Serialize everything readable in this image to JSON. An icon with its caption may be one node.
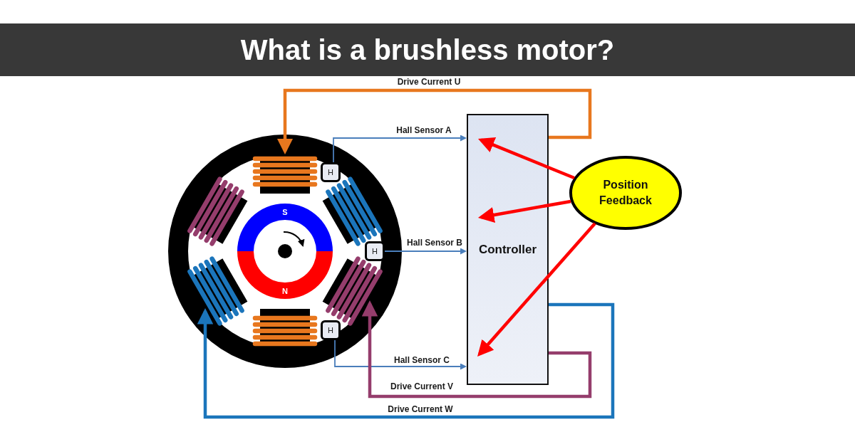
{
  "diagram": {
    "title": "What is a brushless motor?",
    "nodes": [
      {
        "text": [],
        "shape": "coil"
      },
      {
        "text": [
          "H"
        ]
      },
      {
        "text": [
          "Controller"
        ]
      },
      {
        "text": [
          "Position Feedback"
        ]
      },
      {
        "text": [],
        "shape": "coil"
      },
      {
        "text": [],
        "shape": "coil"
      },
      {
        "text": [
          "S",
          "N"
        ]
      },
      {
        "text": [
          "H"
        ]
      },
      {
        "text": [],
        "shape": "coil"
      },
      {
        "text": [],
        "shape": "coil"
      },
      {
        "text": [],
        "shape": "coil"
      },
      {
        "text": [
          "H"
        ]
      }
    ],
    "edges": [
      {
        "from": 2,
        "to": 0,
        "arrow": "to",
        "label": "Drive Current U",
        "color": "#e8771e"
      },
      {
        "from": 1,
        "to": 2,
        "arrow": "to",
        "label": "Hall Sensor A",
        "color": "#4a7ebb"
      },
      {
        "from": 3,
        "to": 2,
        "arrow": "to",
        "color": "#ff0000"
      },
      {
        "from": 3,
        "to": 2,
        "arrow": "to",
        "color": "#ff0000"
      },
      {
        "from": 7,
        "to": 2,
        "arrow": "to",
        "label": "Hall Sensor B",
        "color": "#4a7ebb"
      },
      {
        "from": 3,
        "to": 2,
        "arrow": "to",
        "color": "#ff0000"
      },
      {
        "from": 11,
        "to": 2,
        "arrow": "to",
        "label": "Hall Sensor C",
        "color": "#4a7ebb"
      },
      {
        "from": 2,
        "to": 9,
        "arrow": "to",
        "label": "Drive Current V",
        "color": "#953d6c"
      },
      {
        "from": 2,
        "to": 8,
        "arrow": "to",
        "label": "Drive Current W",
        "color": "#1b75bb"
      }
    ]
  }
}
